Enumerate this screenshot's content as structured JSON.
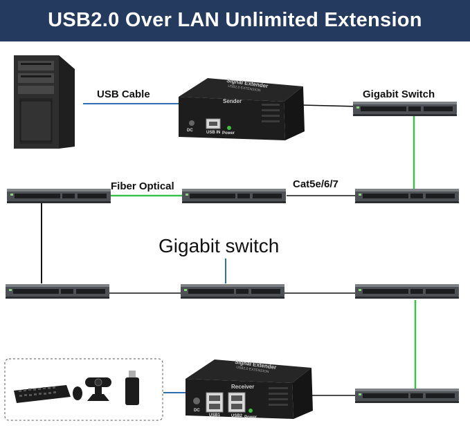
{
  "title": "USB2.0 Over LAN Unlimited Extension",
  "labels": {
    "usb_cable": "USB Cable",
    "gigabit_switch_top": "Gigabit Switch",
    "fiber_optical": "Fiber Optical",
    "cat5e": "Cat5e/6/7",
    "gigabit_switch_middle": "Gigabit switch"
  },
  "sender": {
    "brand": "Signal Extender",
    "subbrand": "USB2.0 EXTENSION",
    "role": "Sender",
    "port_dc": "DC",
    "port_usb_in": "USB IN",
    "port_power": "Power"
  },
  "receiver": {
    "brand": "Signal Extender",
    "subbrand": "USB2.0 EXTENSION",
    "role": "Receiver",
    "port_dc": "DC",
    "port_usb1": "USB1",
    "port_usb2": "USB2",
    "port_power": "Power"
  },
  "colors": {
    "banner": "#243a5e",
    "link_blue": "#2f6db5",
    "link_green": "#39c04a",
    "link_black": "#111111"
  }
}
